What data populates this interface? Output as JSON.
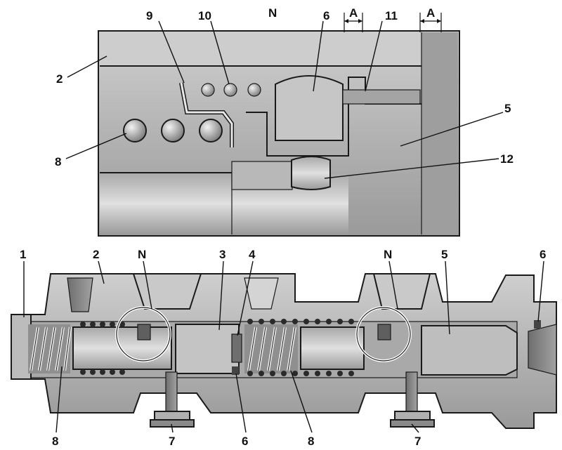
{
  "detail": {
    "title": "N",
    "dim_label_1": "A",
    "dim_label_2": "A",
    "labels": [
      "9",
      "10",
      "6",
      "11",
      "2",
      "5",
      "8",
      "12"
    ]
  },
  "section": {
    "labels": [
      "1",
      "2",
      "N",
      "3",
      "4",
      "N",
      "5",
      "6",
      "8",
      "7",
      "6",
      "8",
      "7"
    ]
  },
  "colors": {
    "body": "#b5b5b5",
    "body_dark": "#8a8a8a",
    "body_light": "#d6d6d6",
    "bore": "#9c9c9c",
    "outline": "#1a1a1a"
  }
}
